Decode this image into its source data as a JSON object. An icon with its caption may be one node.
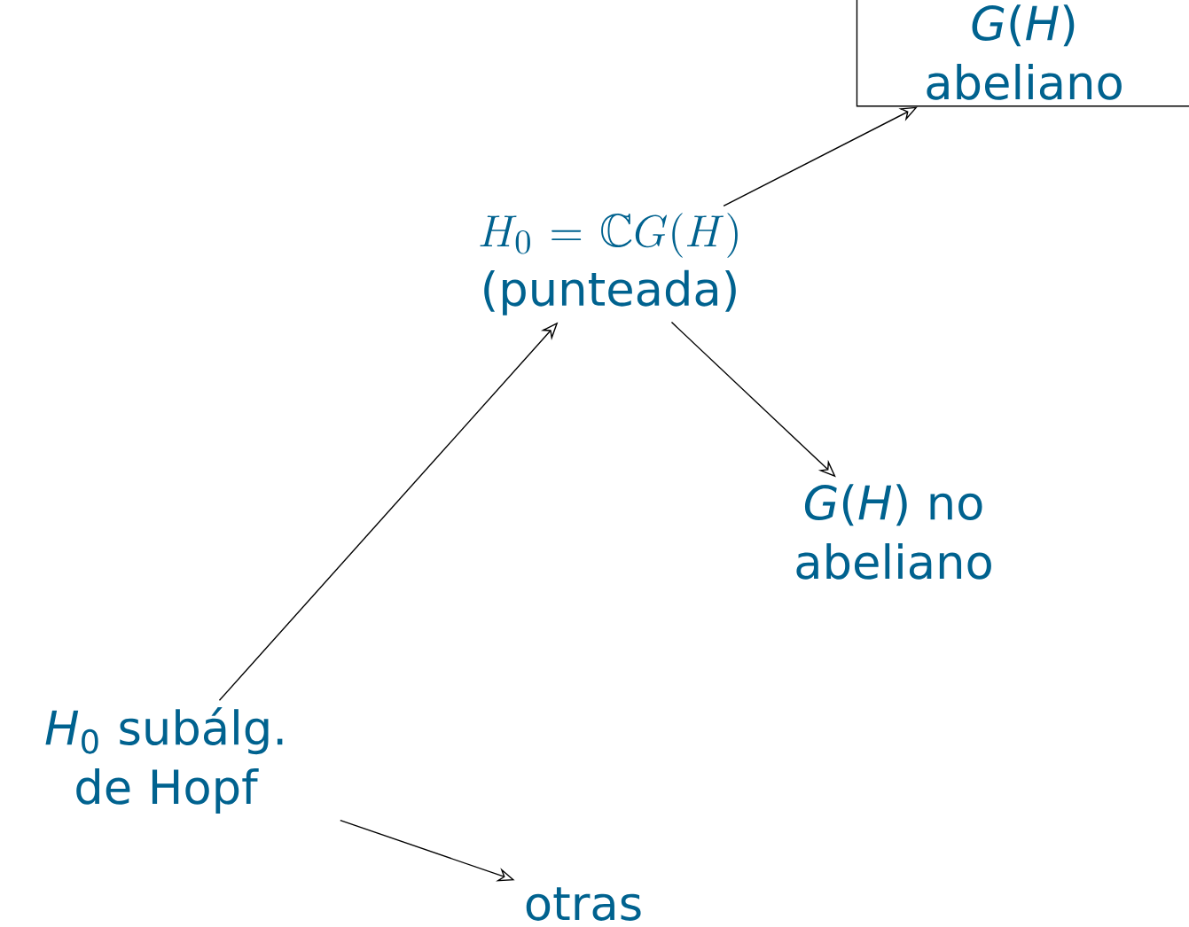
{
  "diagram": {
    "nodes": [
      {
        "text": [
          "*H*$_{0}$ subálg. de Hopf"
        ]
      },
      {
        "text": [
          "H_0=\\mathbb{C}G(H)",
          "(punteada)"
        ]
      },
      {
        "text": [
          "*G*(*H*)",
          "abeliano"
        ]
      },
      {
        "text": [
          "*G*(*H*) no abeliano"
        ]
      },
      {
        "text": [
          "otras"
        ]
      }
    ],
    "edges": [
      {
        "from": 0,
        "to": 1,
        "arrow": "to"
      },
      {
        "from": 0,
        "to": 4,
        "arrow": "to"
      },
      {
        "from": 1,
        "to": 2,
        "arrow": "to"
      },
      {
        "from": 1,
        "to": 3,
        "arrow": "to"
      }
    ]
  }
}
